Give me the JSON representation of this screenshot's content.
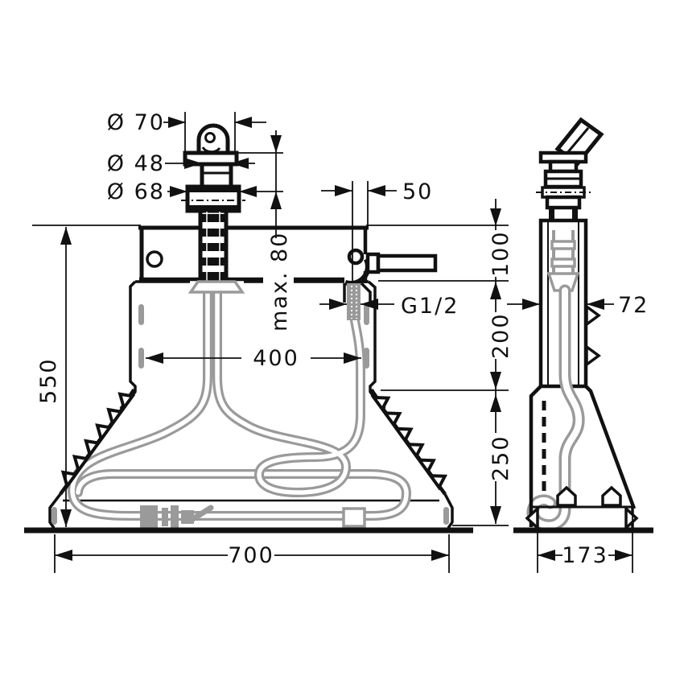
{
  "drawing": {
    "dims": {
      "dia70": "Ø 70",
      "dia48": "Ø 48",
      "dia68": "Ø 68",
      "offset50": "50",
      "height100": "100",
      "depth_max80": "max. 80",
      "thread": "G1/2",
      "height200": "200",
      "width400": "400",
      "height550": "550",
      "height250": "250",
      "width700": "700",
      "depth72": "72",
      "depth173": "173"
    },
    "colors": {
      "line": "#111111",
      "hose": "#9a9a9a",
      "background": "#ffffff"
    }
  }
}
